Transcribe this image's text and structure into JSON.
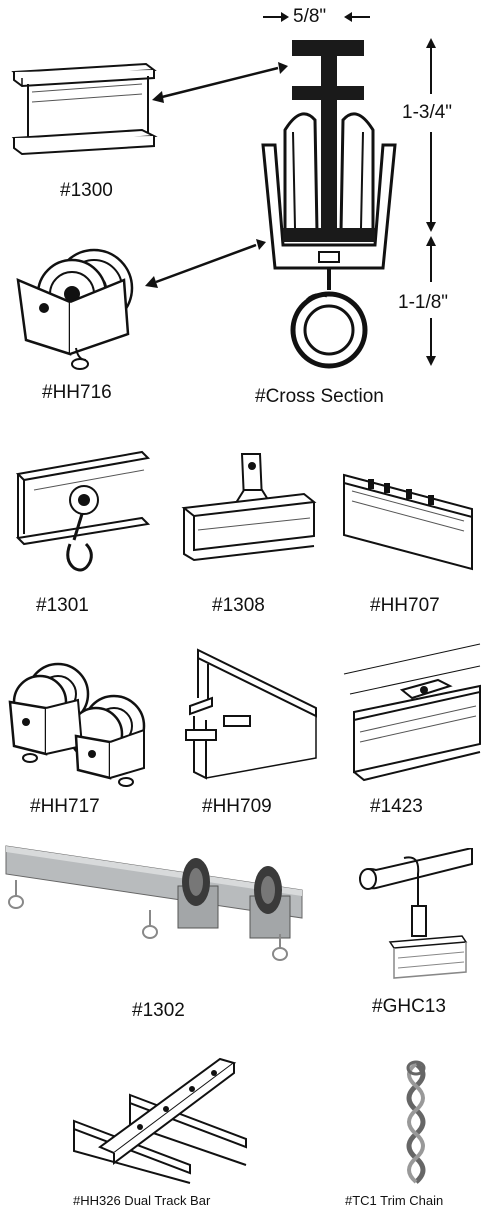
{
  "dimensions": {
    "width_label": "5/8\"",
    "upper_height_label": "1-3/4\"",
    "lower_height_label": "1-1/8\""
  },
  "parts": [
    {
      "code": "#1300"
    },
    {
      "code": "#HH716"
    },
    {
      "code": "#Cross Section"
    },
    {
      "code": "#1301"
    },
    {
      "code": "#1308"
    },
    {
      "code": "#HH707"
    },
    {
      "code": "#HH717"
    },
    {
      "code": "#HH709"
    },
    {
      "code": "#1423"
    },
    {
      "code": "#1302"
    },
    {
      "code": "#GHC13"
    },
    {
      "code": "#HH326 Dual Track Bar"
    },
    {
      "code": "#TC1 Trim Chain"
    }
  ]
}
